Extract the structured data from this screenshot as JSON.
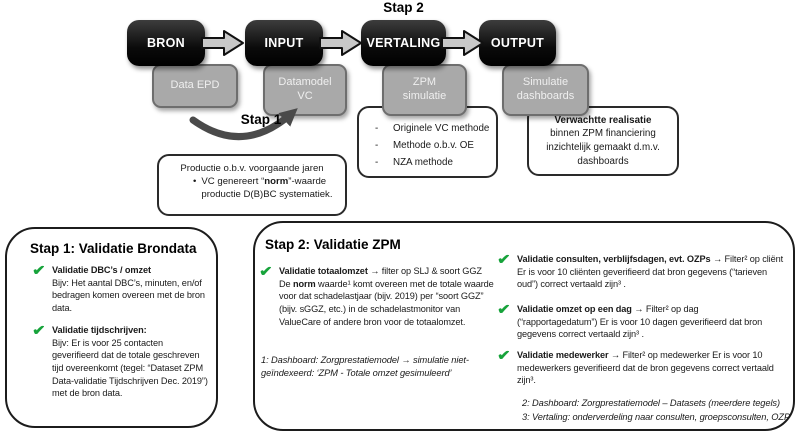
{
  "flow": {
    "stap2_label": "Stap 2",
    "stap1_label": "Stap 1",
    "stages": [
      {
        "name": "BRON",
        "sub": "Data EPD"
      },
      {
        "name": "INPUT",
        "sub": "Datamodel VC"
      },
      {
        "name": "VERTALING",
        "sub": "ZPM simulatie"
      },
      {
        "name": "OUTPUT",
        "sub": "Simulatie dashboards"
      }
    ],
    "productie_box": {
      "line1": "Productie o.b.v. voorgaande jaren",
      "bullet_pre": "VC genereert “",
      "bullet_bold": "norm",
      "bullet_post": "”-waarde productie D(B)BC systematiek."
    },
    "methods_box": {
      "items": [
        "Originele VC methode",
        "Methode o.b.v. OE",
        "NZA methode"
      ]
    },
    "output_box": {
      "bold": "Verwachtte realisatie",
      "rest": " binnen ZPM financiering inzichtelijk gemaakt d.m.v. dashboards"
    }
  },
  "panel1": {
    "title": "Stap 1: Validatie Brondata",
    "items": [
      {
        "title": "Validatie DBC’s / omzet",
        "body": "Bijv: Het aantal DBC’s, minuten, en/of bedragen komen overeen met de bron data."
      },
      {
        "title": "Validatie tijdschrijven:",
        "body": "Bijv: Er is voor 25 contacten geverifieerd dat de totale geschreven tijd overeenkomt (tegel: “Dataset ZPM Data-validatie Tijdschrijven Dec. 2019”) met de bron data."
      }
    ]
  },
  "panel2": {
    "title": "Stap 2: Validatie ZPM",
    "left_item": {
      "title": "Validatie totaalomzet",
      "rest": " → filter op SLJ & soort GGZ",
      "body_pre": "De ",
      "body_bold": "norm",
      "body_post": " waarde¹ komt overeen met de totale waarde voor dat schadelastjaar (bijv. 2019) per “soort GGZ” (bijv. sGGZ, etc.) in de schadelastmonitor van ValueCare of andere bron voor de totaalomzet."
    },
    "footnote1": "1: Dashboard: Zorgprestatiemodel → simulatie niet-geïndexeerd: ‘ZPM - Totale omzet gesimuleerd’",
    "right_items": [
      {
        "title": "Validatie consulten, verblijfsdagen, evt. OZPs",
        "rest": " → Filter² op cliënt",
        "body": "Er is voor 10 cliënten geverifieerd dat bron gegevens (“tarieven oud”) correct vertaald zijn³ ."
      },
      {
        "title": "Validatie omzet op een dag",
        "rest": " → Filter² op dag",
        "body": "(“rapportagedatum”) Er is voor 10 dagen geverifieerd dat bron gegevens correct vertaald zijn³ ."
      },
      {
        "title": "Validatie medewerker",
        "rest": " → Filter² op medewerker Er is voor 10 medewerkers geverifieerd dat de bron gegevens correct vertaald zijn³.",
        "body": ""
      }
    ],
    "footnote2": "2: Dashboard: Zorgprestatiemodel – Datasets (meerdere tegels)",
    "footnote3": "3: Vertaling: onderverdeling naar consulten, groepsconsulten, OZP"
  },
  "glyphs": {
    "check": "✔",
    "bullet": "•",
    "dash": "-"
  },
  "colors": {
    "accent_green": "#17a33b",
    "stage_black": "#0b0b0b",
    "sub_gray": "#a9a9a9",
    "arrow_fill": "#c8c8c8"
  }
}
